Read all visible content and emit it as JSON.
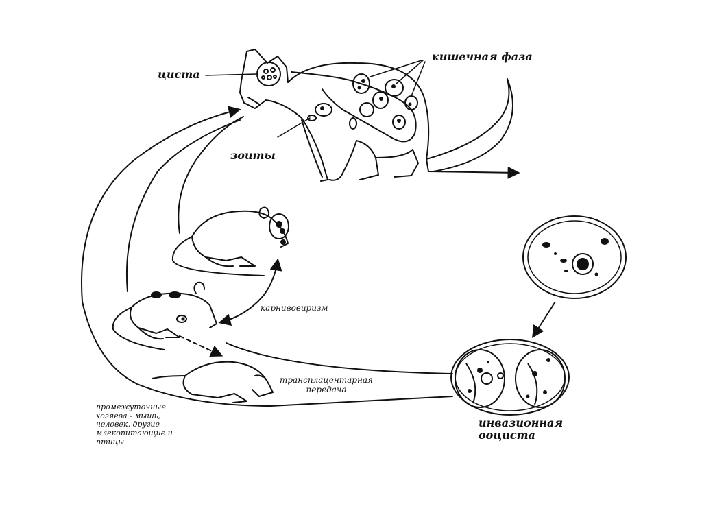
{
  "diagram": {
    "labels": {
      "cyst": "циста",
      "intestinal_phase": "кишечная фаза",
      "zoites": "зоиты",
      "carnivorism": "карнивовиризм",
      "transplacental": "трансплацентарная\nпередача",
      "intermediate_hosts": "промежуточные\nхозяева - мышь,\nчеловек, другие\nмлекопитающие и\nптицы",
      "invasive_oocyst": "инвазионная\nооциста"
    },
    "figures": [
      "cat-figure",
      "mouse-upper-figure",
      "mouse-lower-figure",
      "baby-mouse-figure",
      "oocyst-unsporulated",
      "oocyst-sporulated"
    ],
    "colors": {
      "ink": "#111111",
      "background": "#ffffff"
    }
  }
}
